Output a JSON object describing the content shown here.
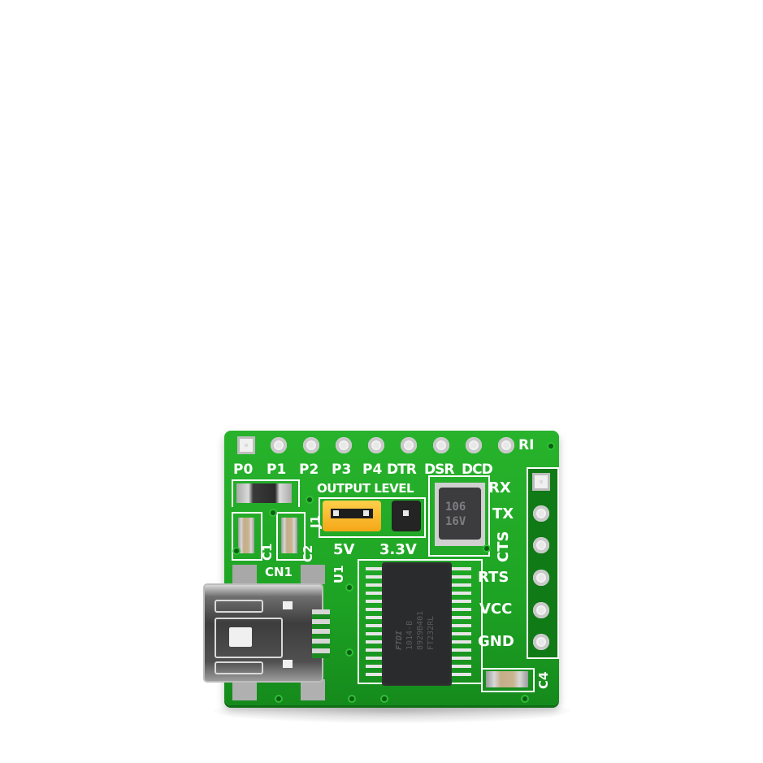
{
  "scene": {
    "subject": "USB UART click-style breakout board (green PCB)",
    "background_color": "#ffffff",
    "pcb_color": "#22ac28"
  },
  "top_header": {
    "pin_labels": [
      "P0",
      "P1",
      "P2",
      "P3",
      "P4",
      "DTR",
      "DSR",
      "DCD",
      "RI"
    ]
  },
  "side_header": {
    "pin_labels": [
      "RX",
      "TX",
      "CTS",
      "RTS",
      "VCC",
      "GND"
    ]
  },
  "output_level": {
    "title": "OUTPUT LEVEL",
    "option_5v": "5V",
    "option_3v3": "3.3V",
    "jumper_ref": "J1"
  },
  "components": {
    "connector_ref": "CN1",
    "cap_c1": "C1",
    "cap_c2": "C2",
    "cap_c4": "C4",
    "ic_ref": "U1",
    "electrolytic_line1": "106",
    "electrolytic_line2": "16V",
    "ic_line1": "FTDI",
    "ic_line2": "1014-B",
    "ic_line3": "8929B401",
    "ic_line4": "FT232RL"
  }
}
